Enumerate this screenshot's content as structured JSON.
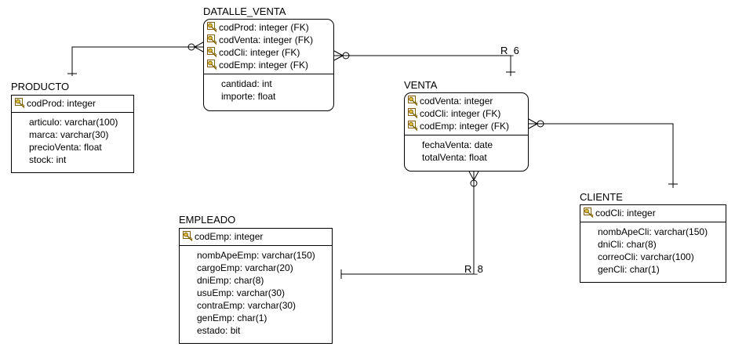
{
  "entities": {
    "detalle_venta": {
      "name": "DATALLE_VENTA",
      "keys": [
        "codProd: integer (FK)",
        "codVenta: integer (FK)",
        "codCli: integer (FK)",
        "codEmp: integer (FK)"
      ],
      "attributes": [
        "cantidad: int",
        "importe: float"
      ]
    },
    "producto": {
      "name": "PRODUCTO",
      "keys": [
        "codProd: integer"
      ],
      "attributes": [
        "articulo: varchar(100)",
        "marca: varchar(30)",
        "precioVenta: float",
        "stock: int"
      ]
    },
    "venta": {
      "name": "VENTA",
      "keys": [
        "codVenta: integer",
        "codCli: integer (FK)",
        "codEmp: integer (FK)"
      ],
      "attributes": [
        "fechaVenta: date",
        "totalVenta: float"
      ]
    },
    "cliente": {
      "name": "CLIENTE",
      "keys": [
        "codCli: integer"
      ],
      "attributes": [
        "nombApeCli: varchar(150)",
        "dniCli: char(8)",
        "correoCli: varchar(100)",
        "genCli: char(1)"
      ]
    },
    "empleado": {
      "name": "EMPLEADO",
      "keys": [
        "codEmp: integer"
      ],
      "attributes": [
        "nombApeEmp: varchar(150)",
        "cargoEmp: varchar(20)",
        "dniEmp: char(8)",
        "usuEmp: varchar(30)",
        "contraEmp: varchar(30)",
        "genEmp: char(1)",
        "estado: bit"
      ]
    }
  },
  "relationships": {
    "r6": {
      "label": "R_6"
    },
    "r8": {
      "label": "R_8"
    }
  },
  "colors": {
    "line": "#000000",
    "key_icon_fill": "#e0c040",
    "key_icon_frame": "#806000"
  }
}
